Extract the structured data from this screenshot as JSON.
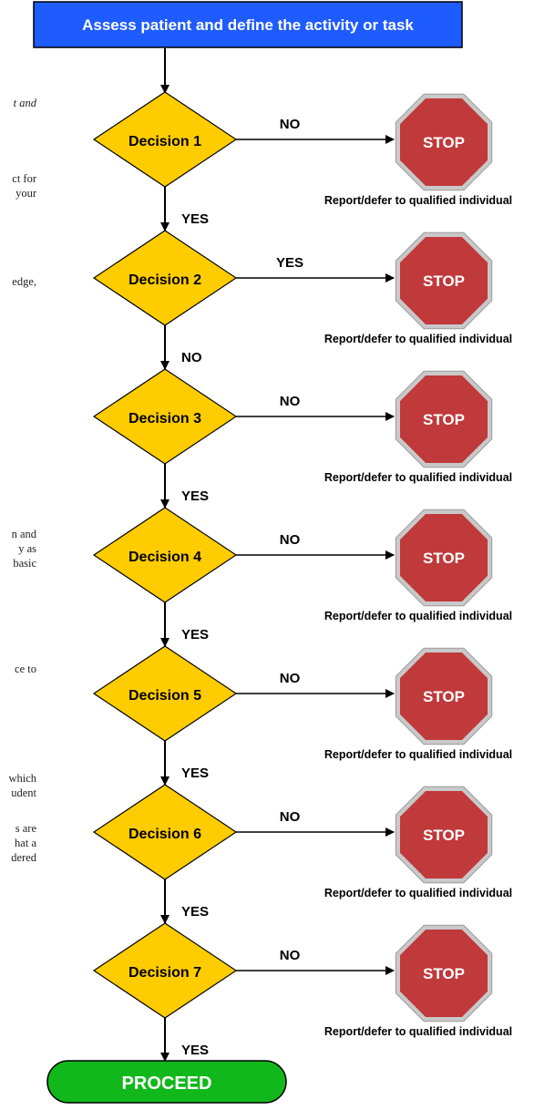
{
  "header": {
    "title": "Assess patient and define the activity or task"
  },
  "side_text": [
    "t and",
    "ct for",
    "your",
    "edge,",
    "n and",
    "y as",
    "basic",
    "ce to",
    "which",
    "udent",
    "s are",
    "hat a",
    "dered"
  ],
  "decisions": [
    {
      "label": "Decision 1",
      "branch_label": "NO",
      "down_label": "YES"
    },
    {
      "label": "Decision 2",
      "branch_label": "YES",
      "down_label": "NO"
    },
    {
      "label": "Decision 3",
      "branch_label": "NO",
      "down_label": "YES"
    },
    {
      "label": "Decision 4",
      "branch_label": "NO",
      "down_label": "YES"
    },
    {
      "label": "Decision 5",
      "branch_label": "NO",
      "down_label": "YES"
    },
    {
      "label": "Decision 6",
      "branch_label": "NO",
      "down_label": "YES"
    },
    {
      "label": "Decision 7",
      "branch_label": "NO",
      "down_label": "YES"
    }
  ],
  "stop": {
    "label": "STOP",
    "caption": "Report/defer to qualified individual"
  },
  "terminal": {
    "label": "PROCEED"
  },
  "colors": {
    "header_fill": "#1f5cff",
    "header_text": "#ffffff",
    "diamond_fill": "#ffcc00",
    "stop_fill": "#c0393b",
    "stop_ring": "#c9c9c9",
    "proceed_fill": "#11b81b",
    "line": "#000000"
  }
}
